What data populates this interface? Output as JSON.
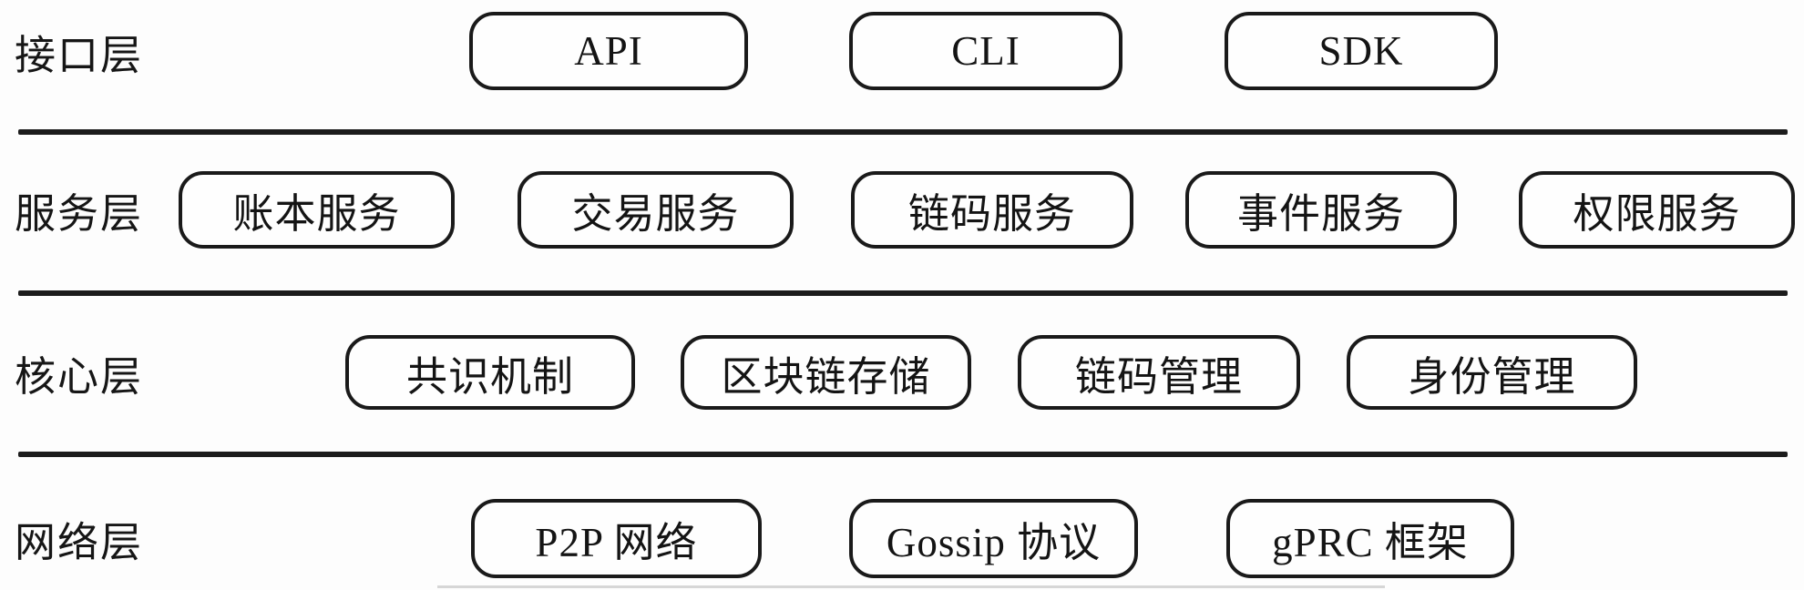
{
  "diagram": {
    "type": "layered-architecture",
    "colors": {
      "background": "#fdfdfd",
      "node_fill": "#fefefe",
      "node_border": "#1a1a1a",
      "text": "#141414",
      "divider": "#1c1c1c"
    },
    "layers": [
      {
        "label": "接口层",
        "boxes": [
          {
            "label": "API"
          },
          {
            "label": "CLI"
          },
          {
            "label": "SDK"
          }
        ]
      },
      {
        "label": "服务层",
        "boxes": [
          {
            "label": "账本服务"
          },
          {
            "label": "交易服务"
          },
          {
            "label": "链码服务"
          },
          {
            "label": "事件服务"
          },
          {
            "label": "权限服务"
          }
        ]
      },
      {
        "label": "核心层",
        "boxes": [
          {
            "label": "共识机制"
          },
          {
            "label": "区块链存储"
          },
          {
            "label": "链码管理"
          },
          {
            "label": "身份管理"
          }
        ]
      },
      {
        "label": "网络层",
        "boxes": [
          {
            "label": "P2P 网络"
          },
          {
            "label": "Gossip 协议"
          },
          {
            "label": "gPRC 框架"
          }
        ]
      }
    ]
  }
}
